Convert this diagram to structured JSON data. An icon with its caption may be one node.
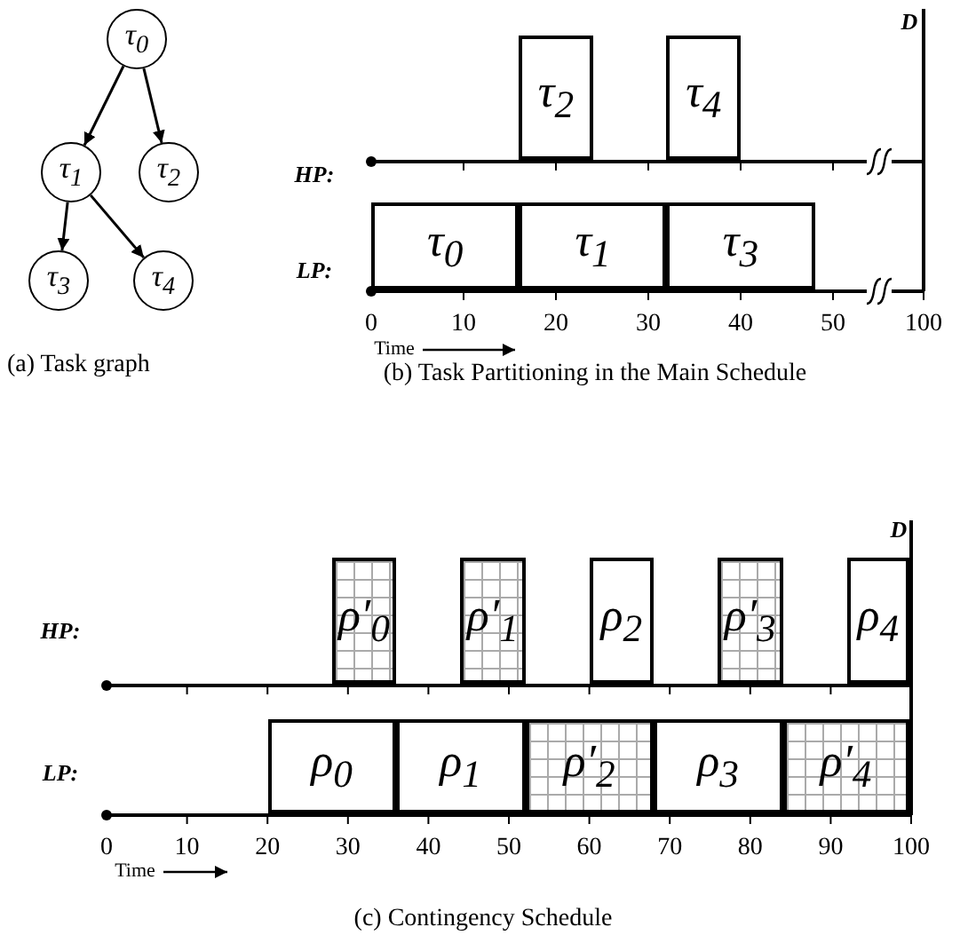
{
  "diagram": {
    "nodes": [
      {
        "text": [
          "τ$_{0}$"
        ]
      },
      {
        "text": [
          "τ$_{1}$"
        ]
      },
      {
        "text": [
          "τ$_{2}$"
        ]
      },
      {
        "text": [
          "τ$_{3}$"
        ]
      },
      {
        "text": [
          "τ$_{4}$"
        ]
      },
      {
        "text": [
          "τ$_{2}$"
        ]
      },
      {
        "text": [
          "τ$_{4}$"
        ]
      },
      {
        "text": [
          "τ$_{0}$"
        ]
      },
      {
        "text": [
          "τ$_{1}$"
        ]
      },
      {
        "text": [
          "τ$_{3}$"
        ]
      },
      {
        "text": [
          "ρ′$_{0}$"
        ]
      },
      {
        "text": [
          "ρ′$_{1}$"
        ]
      },
      {
        "text": [
          "ρ$_{2}$"
        ]
      },
      {
        "text": [
          "ρ′$_{3}$"
        ]
      },
      {
        "text": [
          "ρ$_{4}$"
        ]
      },
      {
        "text": [
          "ρ$_{0}$"
        ]
      },
      {
        "text": [
          "ρ$_{1}$"
        ]
      },
      {
        "text": [
          "ρ′$_{2}$"
        ]
      },
      {
        "text": [
          "ρ$_{3}$"
        ]
      },
      {
        "text": [
          "ρ′$_{4}$"
        ]
      }
    ],
    "edges": [
      {
        "from": 0,
        "to": 1,
        "arrow": "to"
      },
      {
        "from": 0,
        "to": 2,
        "arrow": "to"
      },
      {
        "from": 1,
        "to": 3,
        "arrow": "to"
      },
      {
        "from": 1,
        "to": 4,
        "arrow": "to"
      }
    ],
    "labels": [
      "D",
      "HP:",
      "LP:",
      "0",
      "10",
      "20",
      "30",
      "40",
      "50",
      "100",
      "Time",
      "(a) Task graph",
      "(b) Task Partitioning in the Main Schedule",
      "D",
      "HP:",
      "LP:",
      "0",
      "10",
      "20",
      "30",
      "40",
      "50",
      "60",
      "70",
      "80",
      "90",
      "100",
      "Time",
      "(c) Contingency Schedule"
    ]
  }
}
